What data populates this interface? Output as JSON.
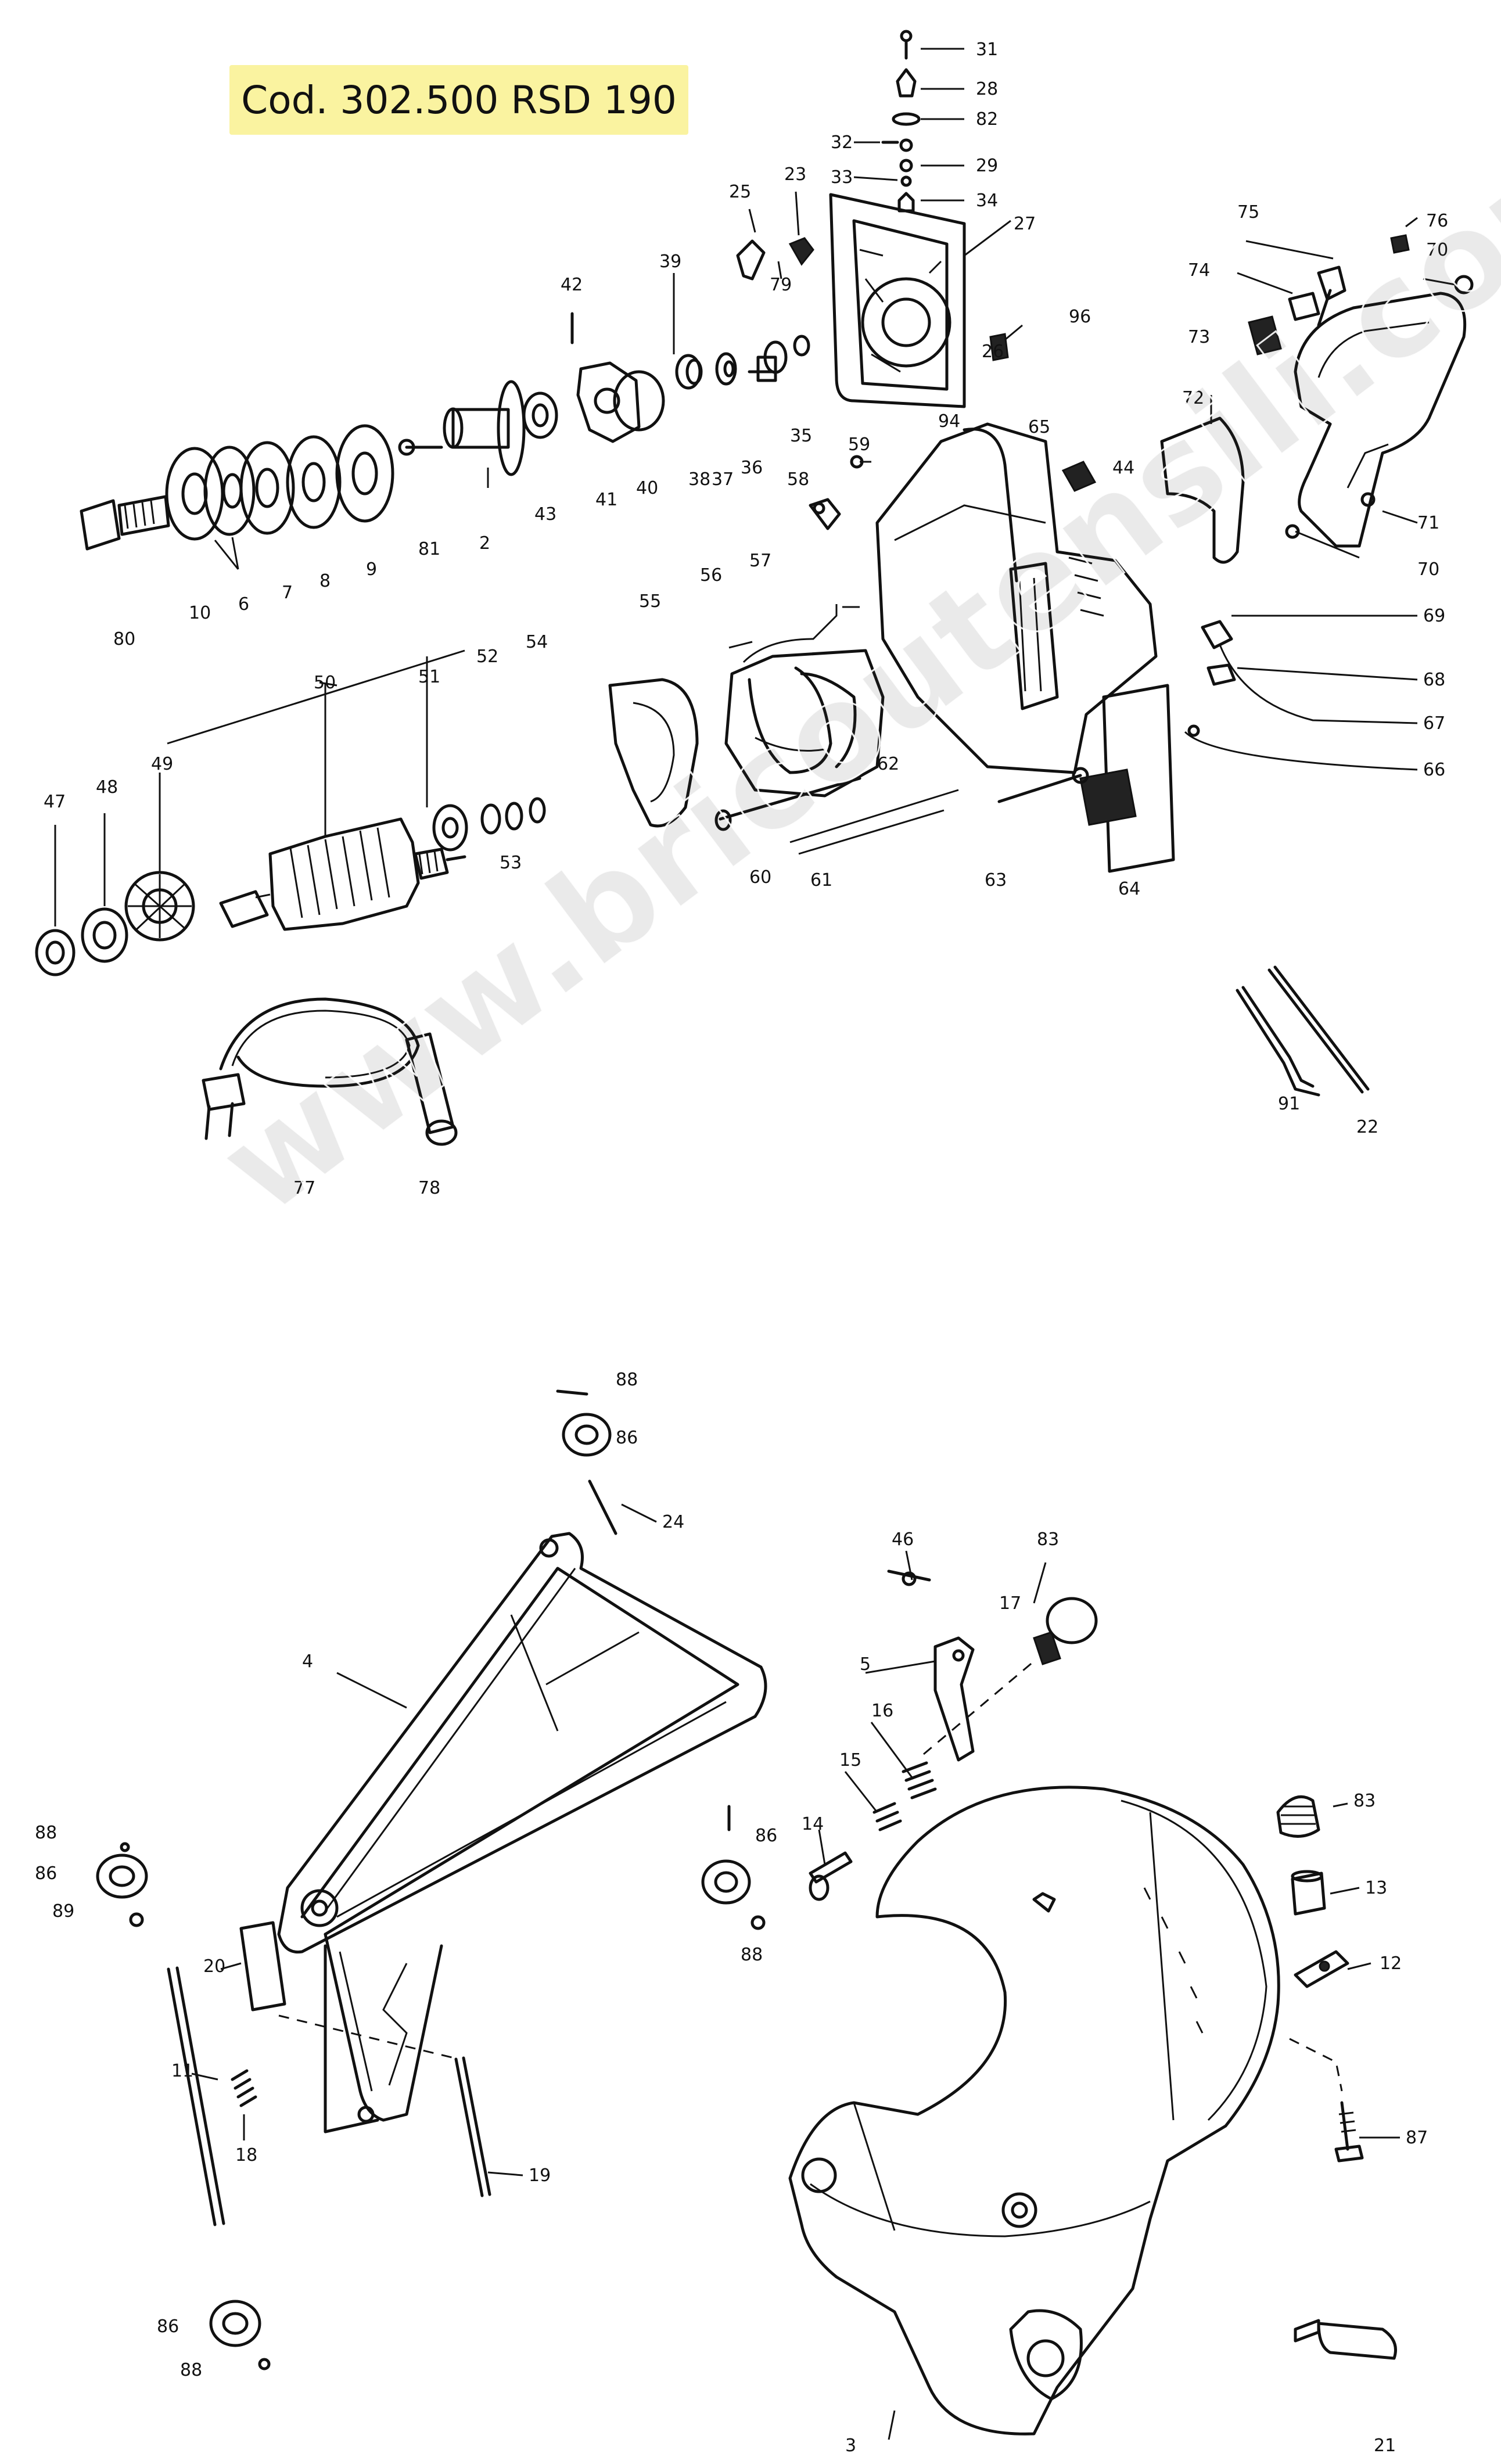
{
  "header": {
    "code_label": "Cod. 302.500 RSD 190"
  },
  "watermark": {
    "text": "www.bricoutensili.com"
  },
  "callouts": {
    "c31": "31",
    "c28": "28",
    "c82": "82",
    "c32": "32",
    "c29": "29",
    "c33": "33",
    "c34": "34",
    "c25": "25",
    "c23": "23",
    "c27": "27",
    "c75": "75",
    "c76": "76",
    "c70a": "70",
    "c74": "74",
    "c96": "96",
    "c79": "79",
    "c39": "39",
    "c42": "42",
    "c73": "73",
    "c26": "26",
    "c94": "94",
    "c72": "72",
    "c65": "65",
    "c59": "59",
    "c44": "44",
    "c58": "58",
    "c71": "71",
    "c70b": "70",
    "c41": "41",
    "c40": "40",
    "c38": "38",
    "c37": "37",
    "c36": "36",
    "c35": "35",
    "c43": "43",
    "c81": "81",
    "c2": "2",
    "c9": "9",
    "c8": "8",
    "c7": "7",
    "c6": "6",
    "c10": "10",
    "c80": "80",
    "c57": "57",
    "c55": "55",
    "c56": "56",
    "c69": "69",
    "c68": "68",
    "c67": "67",
    "c66": "66",
    "c50": "50",
    "c51": "51",
    "c52": "52",
    "c54": "54",
    "c53": "53",
    "c49": "49",
    "c48": "48",
    "c47": "47",
    "c62": "62",
    "c60": "60",
    "c61": "61",
    "c63": "63",
    "c64": "64",
    "c91": "91",
    "c22": "22",
    "c77": "77",
    "c78": "78",
    "c88a": "88",
    "c86a": "86",
    "c24": "24",
    "c46": "46",
    "c83a": "83",
    "c17": "17",
    "c4": "4",
    "c5": "5",
    "c16": "16",
    "c15": "15",
    "c14": "14",
    "c88b": "88",
    "c86b": "86",
    "c89": "89",
    "c86c": "86",
    "c88c": "88",
    "c83b": "83",
    "c13": "13",
    "c12": "12",
    "c20": "20",
    "c11": "11",
    "c18": "18",
    "c19": "19",
    "c87": "87",
    "c86d": "86",
    "c88d": "88",
    "c3": "3",
    "c21": "21"
  }
}
